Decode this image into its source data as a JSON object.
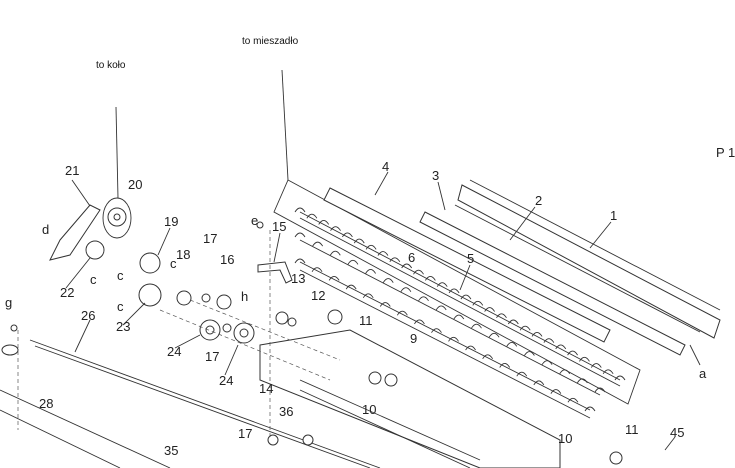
{
  "annotations": {
    "wheel_note": "to koło",
    "agitator_note": "to mieszadło",
    "page_marker": "P 1"
  },
  "part_labels": [
    "21",
    "20",
    "d",
    "19",
    "c",
    "18",
    "c",
    "17",
    "16",
    "e",
    "15",
    "13",
    "12",
    "h",
    "22",
    "c",
    "c",
    "23",
    "26",
    "g",
    "24",
    "17",
    "24",
    "14",
    "36",
    "28",
    "17",
    "35",
    "11",
    "10",
    "9",
    "4",
    "3",
    "2",
    "1",
    "6",
    "5",
    "a",
    "10",
    "11",
    "45"
  ]
}
